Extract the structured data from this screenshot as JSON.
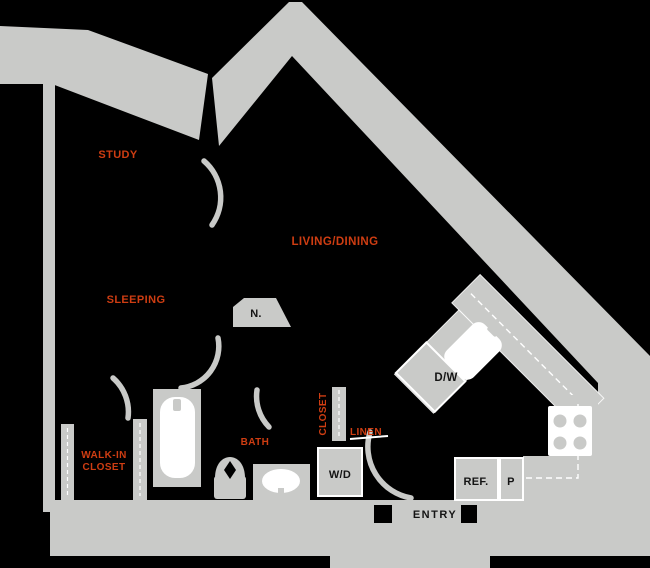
{
  "compass": {
    "label": "N."
  },
  "rooms": {
    "study": "STUDY",
    "living_dining": "LIVING/DINING",
    "sleeping": "SLEEPING",
    "bath": "BATH",
    "walk_in_closet": {
      "line1": "WALK-IN",
      "line2": "CLOSET"
    },
    "closet": "CLOSET",
    "linen": "LINEN"
  },
  "fixtures": {
    "dishwasher": "D/W",
    "washer_dryer": "W/D",
    "refrigerator": "REF.",
    "pantry": "P",
    "entry": "ENTRY"
  },
  "colors": {
    "background": "#000000",
    "wall": "#c9cac8",
    "room_label": "#ce3d12",
    "fixture_label": "#141414",
    "fixture_fill": "#ffffff"
  }
}
